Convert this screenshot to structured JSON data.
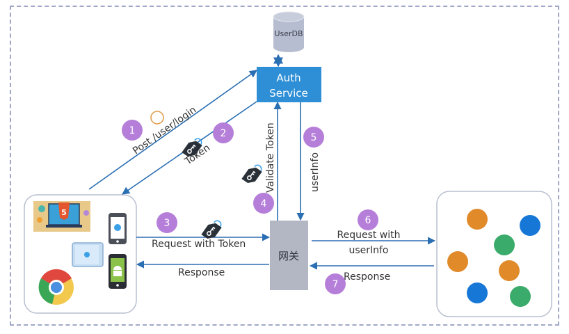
{
  "nodes": {
    "userdb": {
      "label": "UserDB"
    },
    "auth": {
      "line1": "Auth",
      "line2": "Service"
    },
    "gateway": {
      "label": "网关"
    }
  },
  "edges": {
    "login": {
      "step": "1",
      "label": "Post /user/login"
    },
    "token": {
      "step": "2",
      "label": "Token"
    },
    "request_token": {
      "step": "3",
      "label": "Request with Token"
    },
    "validate": {
      "step": "4",
      "label": "Validate Token"
    },
    "userinfo": {
      "step": "5",
      "label": "userInfo"
    },
    "request_userinfo": {
      "step": "6",
      "line1": "Request with",
      "line2": "userInfo"
    },
    "response_service": {
      "step": "7",
      "label": "Response"
    },
    "response_client": {
      "label": "Response"
    }
  },
  "clients": {
    "icons": [
      "html5-laptop-icon",
      "iphone-icon",
      "ipad-icon",
      "android-phone-icon",
      "chrome-icon"
    ]
  },
  "services": {
    "dots": [
      "orange",
      "blue",
      "green",
      "orange",
      "orange",
      "blue",
      "green"
    ]
  },
  "colors": {
    "arrow": "#2b6fb3",
    "auth_fill": "#2e8fd6",
    "db_fill": "#b7bdd0",
    "gateway_fill": "#b3b7c4",
    "step_badge": "#b57fd9",
    "orange": "#e08a2a",
    "blue": "#1677d6",
    "green": "#3aab6a"
  }
}
